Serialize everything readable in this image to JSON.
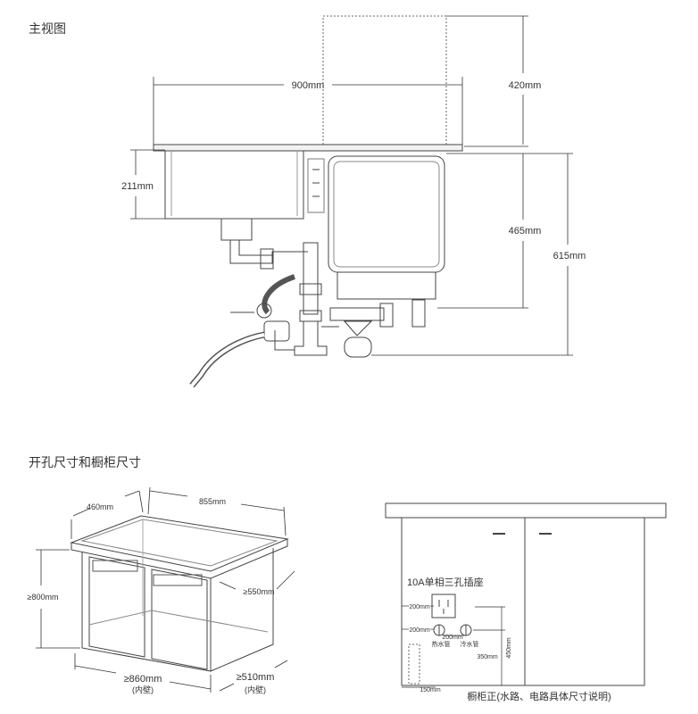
{
  "sections": {
    "main_view_title": "主视图",
    "cutout_title": "开孔尺寸和橱柜尺寸"
  },
  "main_view": {
    "width_label": "900mm",
    "upper_height_label": "420mm",
    "basin_depth_label": "211mm",
    "dishwasher_depth_label": "465mm",
    "total_depth_label": "615mm"
  },
  "cabinet_iso": {
    "depth_label": "460mm",
    "width_label": "855mm",
    "height_label": "≥800mm",
    "inner_depth_label": "≥550mm",
    "inner_width_label": "≥860mm",
    "inner_width_note": "(内壁)",
    "inner_side_label": "≥510mm",
    "inner_side_note": "(内壁)"
  },
  "cabinet_front": {
    "socket_label": "10A单相三孔插座",
    "dim_200_a": "200mm",
    "dim_200_b": "200mm",
    "dim_200_c": "200mm",
    "hot_pipe": "热水管",
    "cold_pipe": "冷水管",
    "dim_450": "450mm",
    "dim_350": "350mm",
    "dim_150": "150mm",
    "caption": "橱柜正(水路、电路具体尺寸说明)"
  }
}
